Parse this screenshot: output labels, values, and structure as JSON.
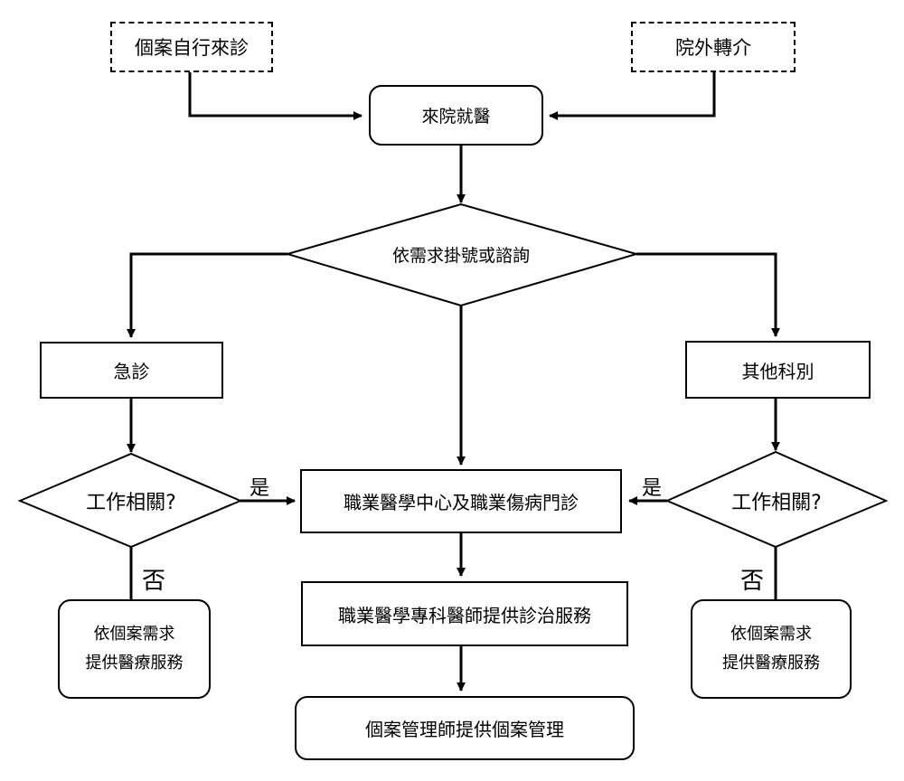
{
  "sources": {
    "self_visit": "個案自行來診",
    "referral": "院外轉介"
  },
  "visit": "來院就醫",
  "registration_decision": "依需求掛號或諮詢",
  "emergency": "急診",
  "other_departments": "其他科別",
  "work_related_question_left": "工作相關?",
  "work_related_question_right": "工作相關?",
  "yes_label_left": "是",
  "yes_label_right": "是",
  "no_label_left": "否",
  "no_label_right": "否",
  "occupational_clinic": "職業醫學中心及職業傷病門診",
  "specialist_service": "職業醫學專科醫師提供診治服務",
  "case_management": "個案管理師提供個案管理",
  "general_service_left": {
    "line1": "依個案需求",
    "line2": "提供醫療服務"
  },
  "general_service_right": {
    "line1": "依個案需求",
    "line2": "提供醫療服務"
  }
}
